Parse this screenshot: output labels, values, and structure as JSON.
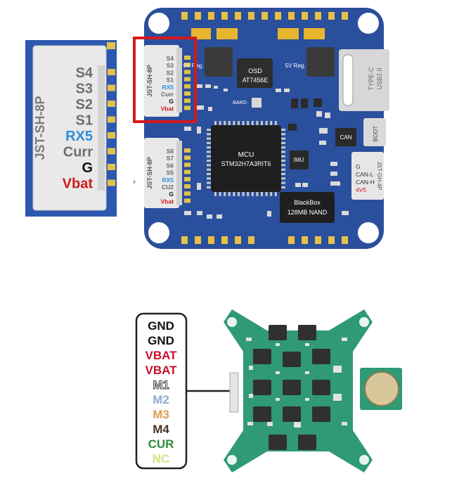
{
  "zoom_inset": {
    "connector": "JST-SH-8P",
    "pins": [
      {
        "label": "S4",
        "color": "#6e6e6e"
      },
      {
        "label": "S3",
        "color": "#6e6e6e"
      },
      {
        "label": "S2",
        "color": "#6e6e6e"
      },
      {
        "label": "S1",
        "color": "#6e6e6e"
      },
      {
        "label": "RX5",
        "color": "#2f8fd8"
      },
      {
        "label": "Curr",
        "color": "#6e6e6e"
      },
      {
        "label": "G",
        "color": "#111111"
      },
      {
        "label": "Vbat",
        "color": "#cc1a1a"
      }
    ],
    "arrow": "›"
  },
  "fc_board": {
    "connector1": {
      "name": "JST-SH-8P",
      "pins": [
        {
          "label": "S4",
          "color": "#dddddd"
        },
        {
          "label": "S3",
          "color": "#dddddd"
        },
        {
          "label": "S2",
          "color": "#dddddd"
        },
        {
          "label": "S1",
          "color": "#dddddd"
        },
        {
          "label": "RX5",
          "color": "#49b6ff"
        },
        {
          "label": "Curr",
          "color": "#dddddd"
        },
        {
          "label": "G",
          "color": "#ffffff"
        },
        {
          "label": "Vbat",
          "color": "#ff4b4b"
        }
      ]
    },
    "connector2": {
      "name": "JST-SH-8P",
      "pins": [
        {
          "label": "S8",
          "color": "#dddddd"
        },
        {
          "label": "S7",
          "color": "#dddddd"
        },
        {
          "label": "S6",
          "color": "#dddddd"
        },
        {
          "label": "S5",
          "color": "#dddddd"
        },
        {
          "label": "RX5",
          "color": "#49b6ff"
        },
        {
          "label": "CU2",
          "color": "#dddddd"
        },
        {
          "label": "G",
          "color": "#ffffff"
        },
        {
          "label": "Vbat",
          "color": "#ff4b4b"
        }
      ]
    },
    "reg9v": "9V Reg.",
    "reg5v": "5V Reg.",
    "osd_title": "OSD",
    "osd_chip": "AT7456E",
    "baro": "BARO",
    "mcu_title": "MCU",
    "mcu_chip": "STM32H7A3RIT6",
    "imu": "IMU",
    "can": "CAN",
    "boot": "BOOT",
    "usb_line1": "TYPE-C",
    "usb_line2": "USB2.0",
    "can_pins": [
      {
        "label": "G",
        "color": "#ffffff"
      },
      {
        "label": "CAN-L",
        "color": "#ffffff"
      },
      {
        "label": "CAN-H",
        "color": "#ffffff"
      },
      {
        "label": "4V5",
        "color": "#ff4b4b"
      }
    ],
    "can_connector": "JST-GH-4P",
    "blackbox_line1": "BlackBox",
    "blackbox_line2": "128MB NAND"
  },
  "esc_pinout": {
    "labels": [
      {
        "text": "GND",
        "color": "#111111"
      },
      {
        "text": "GND",
        "color": "#111111"
      },
      {
        "text": "VBAT",
        "color": "#c8102e"
      },
      {
        "text": "VBAT",
        "color": "#c8102e"
      },
      {
        "text": "M1",
        "color": "#ffffff"
      },
      {
        "text": "M2",
        "color": "#9fb3dc"
      },
      {
        "text": "M3",
        "color": "#e8a55a"
      },
      {
        "text": "M4",
        "color": "#4a3422"
      },
      {
        "text": "CUR",
        "color": "#2e8b3a"
      },
      {
        "text": "NC",
        "color": "#e5e88a"
      }
    ]
  },
  "colors": {
    "fc_pcb": "#2a4f9c",
    "esc_pcb": "#2f9a73",
    "highlight": "#d6181e"
  }
}
